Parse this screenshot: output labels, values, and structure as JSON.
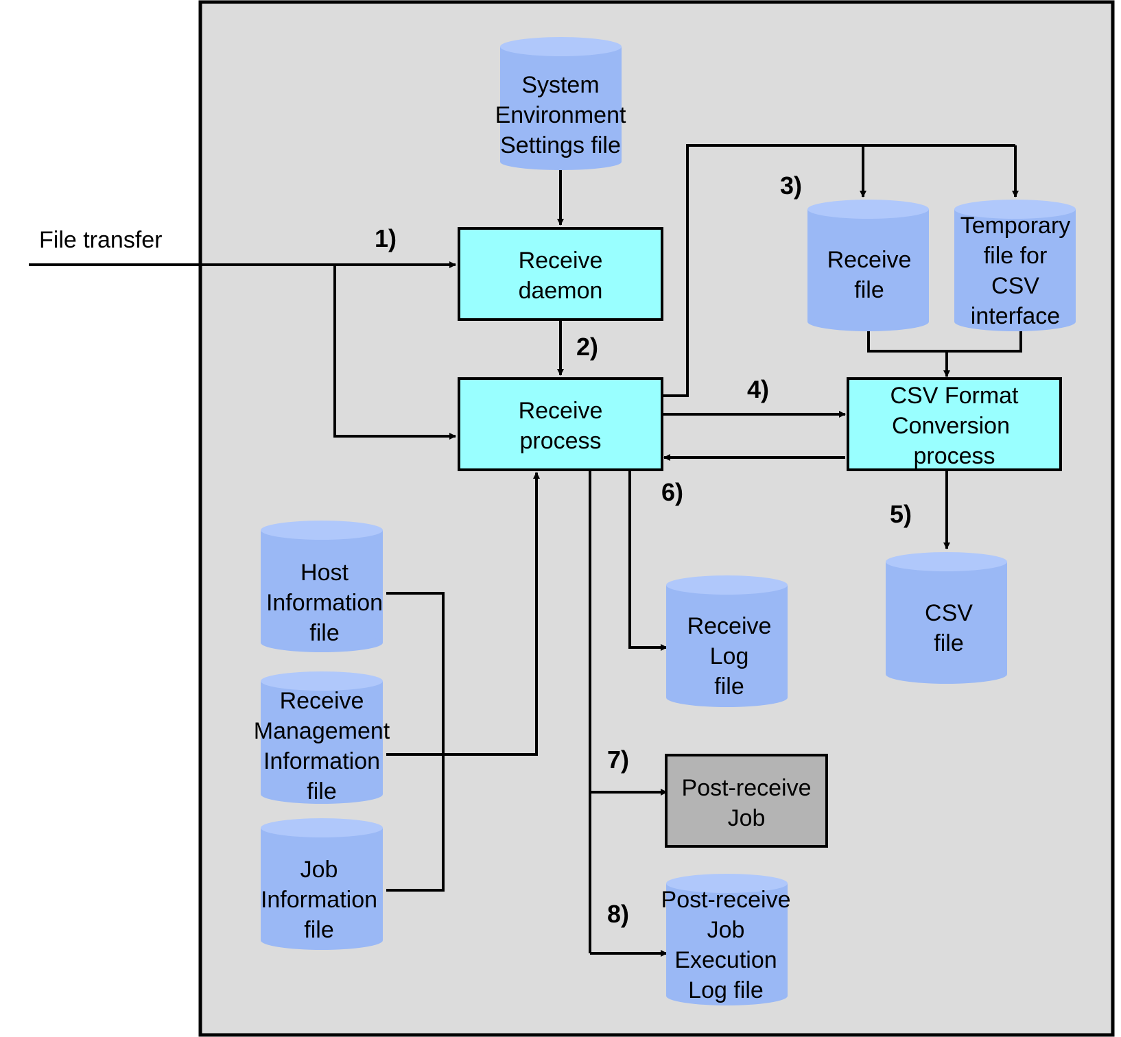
{
  "diagram": {
    "input_label": "File transfer",
    "steps": [
      "1)",
      "2)",
      "3)",
      "4)",
      "5)",
      "6)",
      "7)",
      "8)"
    ],
    "processes": {
      "receive_daemon": [
        "Receive",
        "daemon"
      ],
      "receive_process": [
        "Receive",
        "process"
      ],
      "csv_conversion": [
        "CSV Format",
        "Conversion",
        "process"
      ],
      "post_receive_job": [
        "Post-receive",
        "Job"
      ]
    },
    "files": {
      "system_env": [
        "System",
        "Environment",
        "Settings file"
      ],
      "receive_file": [
        "Receive",
        "file"
      ],
      "temp_csv": [
        "Temporary",
        "file for",
        "CSV",
        "interface"
      ],
      "csv_file": [
        "CSV",
        "file"
      ],
      "receive_log": [
        "Receive",
        "Log",
        "file"
      ],
      "host_info": [
        "Host",
        "Information",
        "file"
      ],
      "receive_mgmt": [
        "Receive",
        "Management",
        "Information",
        "file"
      ],
      "job_info": [
        "Job",
        "Information",
        "file"
      ],
      "post_job_log": [
        "Post-receive",
        "Job",
        "Execution",
        "Log file"
      ]
    }
  }
}
